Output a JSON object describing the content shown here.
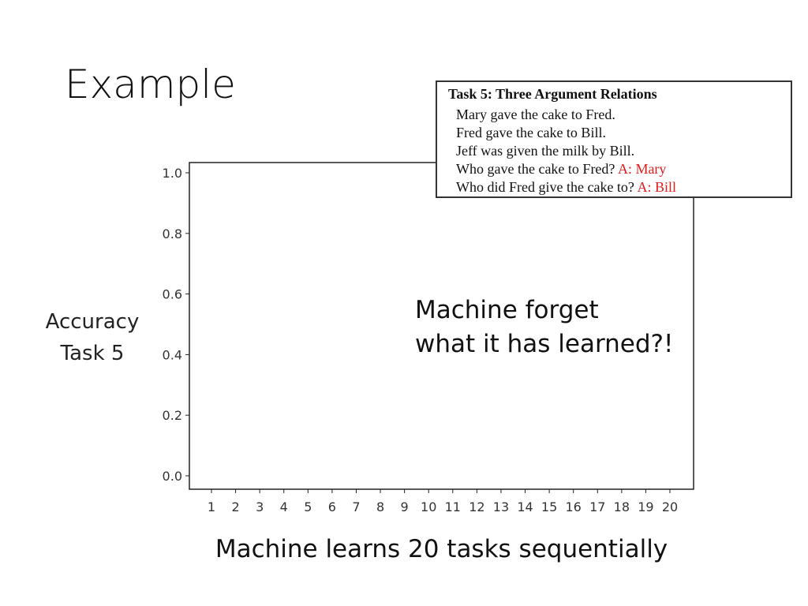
{
  "slide": {
    "title": "Example",
    "y_caption_line1": "Accuracy",
    "y_caption_line2": "Task 5",
    "x_caption": "Machine learns 20 tasks sequentially",
    "callout_line1": "Machine forget",
    "callout_line2": "what it has learned?!"
  },
  "task_box": {
    "title": "Task 5: Three Argument Relations",
    "lines": [
      {
        "text": "Mary gave the cake to Fred.",
        "answer": ""
      },
      {
        "text": "Fred gave the cake to Bill.",
        "answer": ""
      },
      {
        "text": "Jeff was given the milk by Bill.",
        "answer": ""
      },
      {
        "text": "Who gave the cake to Fred?",
        "answer": "A: Mary"
      },
      {
        "text": "Who did Fred give the cake to?",
        "answer": "A: Bill"
      }
    ],
    "answer_color": "#e31b1b"
  },
  "chart_data": {
    "type": "bar",
    "categories": [
      "1",
      "2",
      "3",
      "4",
      "5",
      "6",
      "7",
      "8",
      "9",
      "10",
      "11",
      "12",
      "13",
      "14",
      "15",
      "16",
      "17",
      "18",
      "19",
      "20"
    ],
    "y_ticks": [
      "0.0",
      "0.2",
      "0.4",
      "0.6",
      "0.8",
      "1.0"
    ],
    "ylim": [
      0,
      1.0
    ],
    "grid": false,
    "bars_visible": false
  }
}
